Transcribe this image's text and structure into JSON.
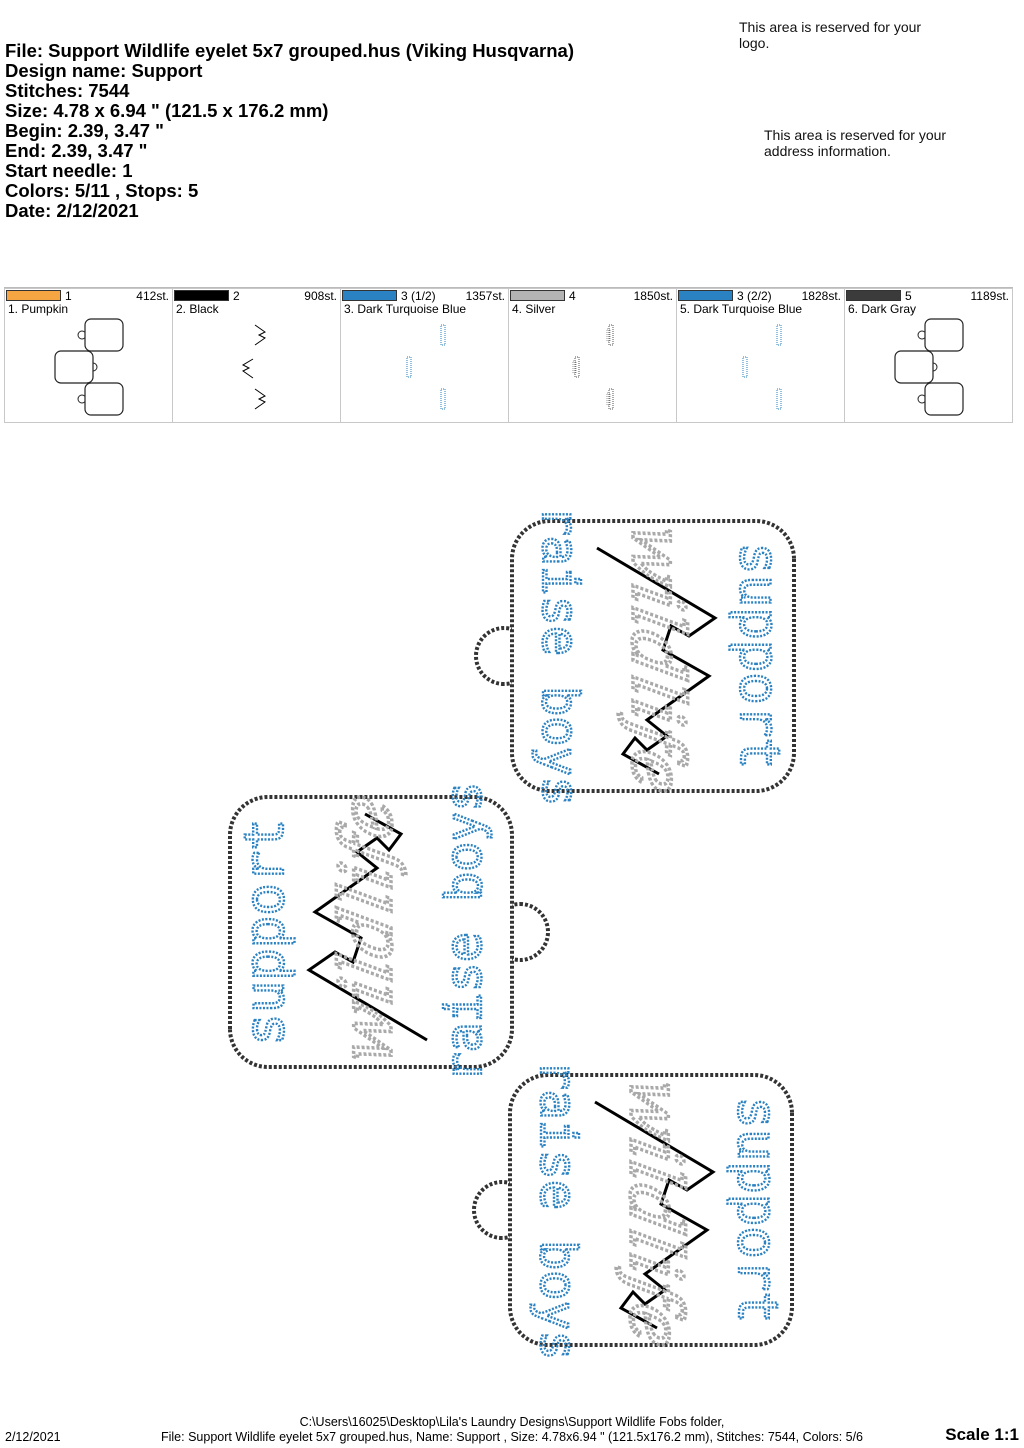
{
  "header": {
    "file": "File: Support Wildlife eyelet 5x7 grouped.hus  (Viking Husqvarna)",
    "design_name": "Design name: Support",
    "stitches": "Stitches: 7544",
    "size": "Size: 4.78 x 6.94 \" (121.5 x 176.2 mm)",
    "begin": "Begin: 2.39, 3.47 \"",
    "end": "End: 2.39, 3.47 \"",
    "start_needle": "Start needle: 1",
    "colors": "Colors: 5/11 , Stops: 5",
    "date": "Date: 2/12/2021"
  },
  "notes": {
    "logo": "This area is reserved for your logo.",
    "address": "This area is reserved for your address information."
  },
  "colors": [
    {
      "num": "1",
      "stitches": "412st.",
      "name": "1. Pumpkin",
      "color": "#f6a543",
      "thumb": "outline"
    },
    {
      "num": "2",
      "stitches": "908st.",
      "name": "2. Black",
      "color": "#000000",
      "thumb": "mountains"
    },
    {
      "num": "3 (1/2)",
      "stitches": "1357st.",
      "name": "3. Dark Turquoise Blue",
      "color": "#2a82c2",
      "thumb": "text"
    },
    {
      "num": "4",
      "stitches": "1850st.",
      "name": "4. Silver",
      "color": "#b4b4b4",
      "thumb": "script"
    },
    {
      "num": "3 (2/2)",
      "stitches": "1828st.",
      "name": "5. Dark Turquoise Blue",
      "color": "#2a82c2",
      "thumb": "text2"
    },
    {
      "num": "5",
      "stitches": "1189st.",
      "name": "6. Dark Gray",
      "color": "#3b3b3b",
      "thumb": "outline"
    }
  ],
  "fob": {
    "word_top": "support",
    "word_bottom": "raise boys",
    "script": "wildlife",
    "blue": "#2a82c2",
    "silver": "#a9a9a9",
    "outline": "#333333"
  },
  "footer": {
    "path": "C:\\Users\\16025\\Desktop\\Lila's Laundry Designs\\Support Wildlife Fobs folder,",
    "file": "File: Support Wildlife eyelet 5x7 grouped.hus, Name: Support , Size: 4.78x6.94 \" (121.5x176.2 mm), Stitches: 7544, Colors: 5/6",
    "date": "2/12/2021",
    "scale": "Scale 1:1"
  }
}
